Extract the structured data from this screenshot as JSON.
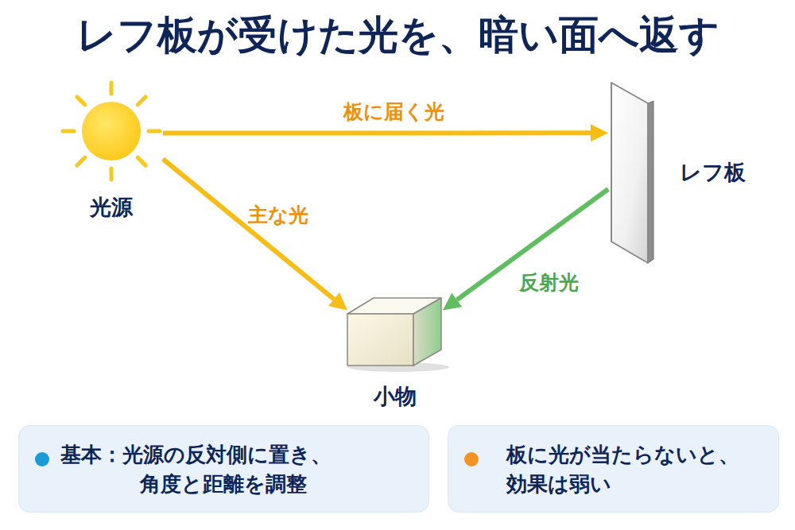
{
  "diagram": {
    "title": "レフ板が受けた光を、暗い面へ返す",
    "nodes": [
      {
        "text": [
          "光源"
        ]
      },
      {
        "text": [
          "レフ板"
        ]
      },
      {
        "text": [
          "小物"
        ]
      },
      {
        "text": [
          "基本：光源の反対側に置き、 角度と距離を調整"
        ]
      },
      {
        "text": [
          "板に光が当たらないと、 効果は弱い"
        ]
      }
    ],
    "edges": [
      {
        "from": 0,
        "to": 1,
        "label": "板に届く光",
        "arrow": "to"
      },
      {
        "from": 0,
        "to": 2,
        "label": "主な光",
        "arrow": "to"
      },
      {
        "from": 1,
        "to": 2,
        "label": "反射光",
        "arrow": "to"
      }
    ]
  }
}
